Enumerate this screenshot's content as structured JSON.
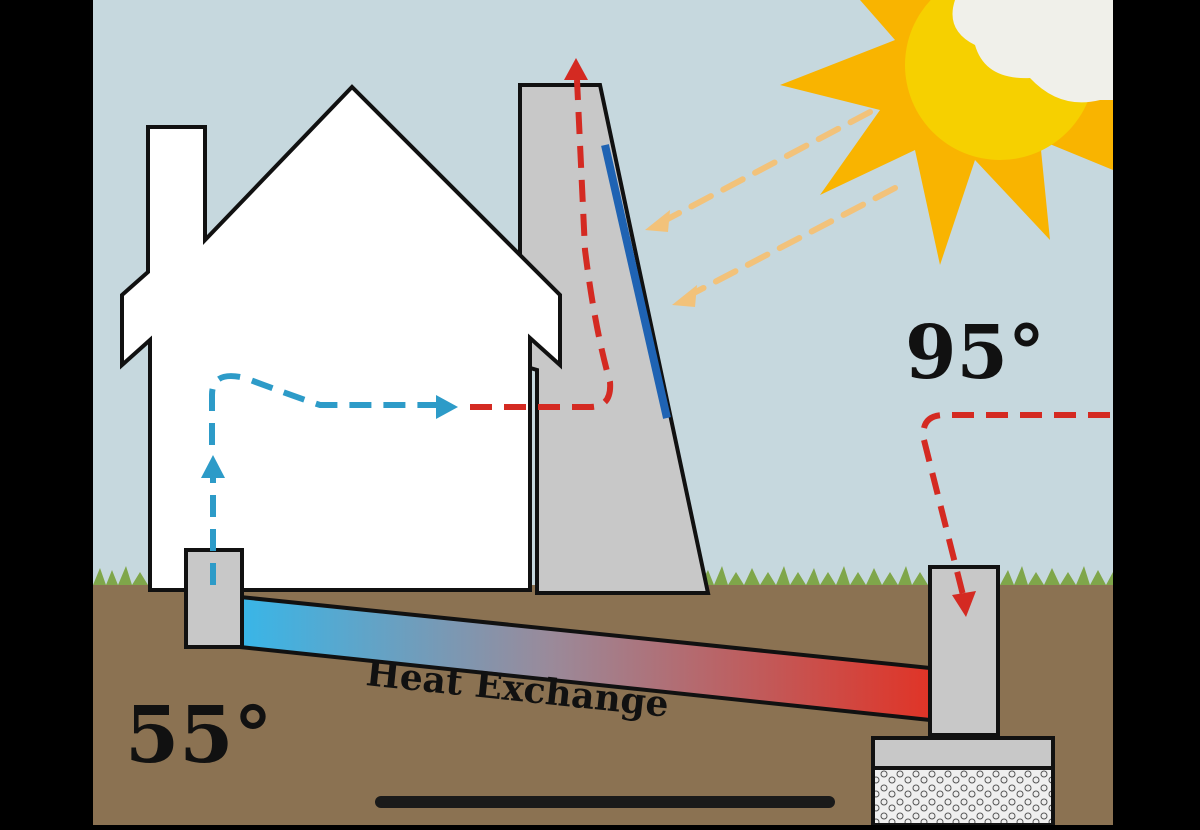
{
  "labels": {
    "ground_temp": "55°",
    "outside_temp": "95°",
    "heat_exchange": "Heat Exchange"
  },
  "colors": {
    "sky": "#c6d8de",
    "ground": "#8b7252",
    "grass": "#7fa64a",
    "house": "#ffffff",
    "chimney": "#c8c8c8",
    "solar_panel": "#1f63b3",
    "cool_air": "#2d9bc8",
    "warm_air": "#d42a22",
    "sun_core": "#f6d000",
    "sun_rays": "#f9b400",
    "sun_glow_arrows": "#f2c27a",
    "cloud": "#f0f0ea",
    "outline": "#111111"
  },
  "icons": [
    "sun-icon",
    "cloud-icon",
    "house-icon",
    "solar-chimney-icon",
    "intake-tower-icon"
  ]
}
